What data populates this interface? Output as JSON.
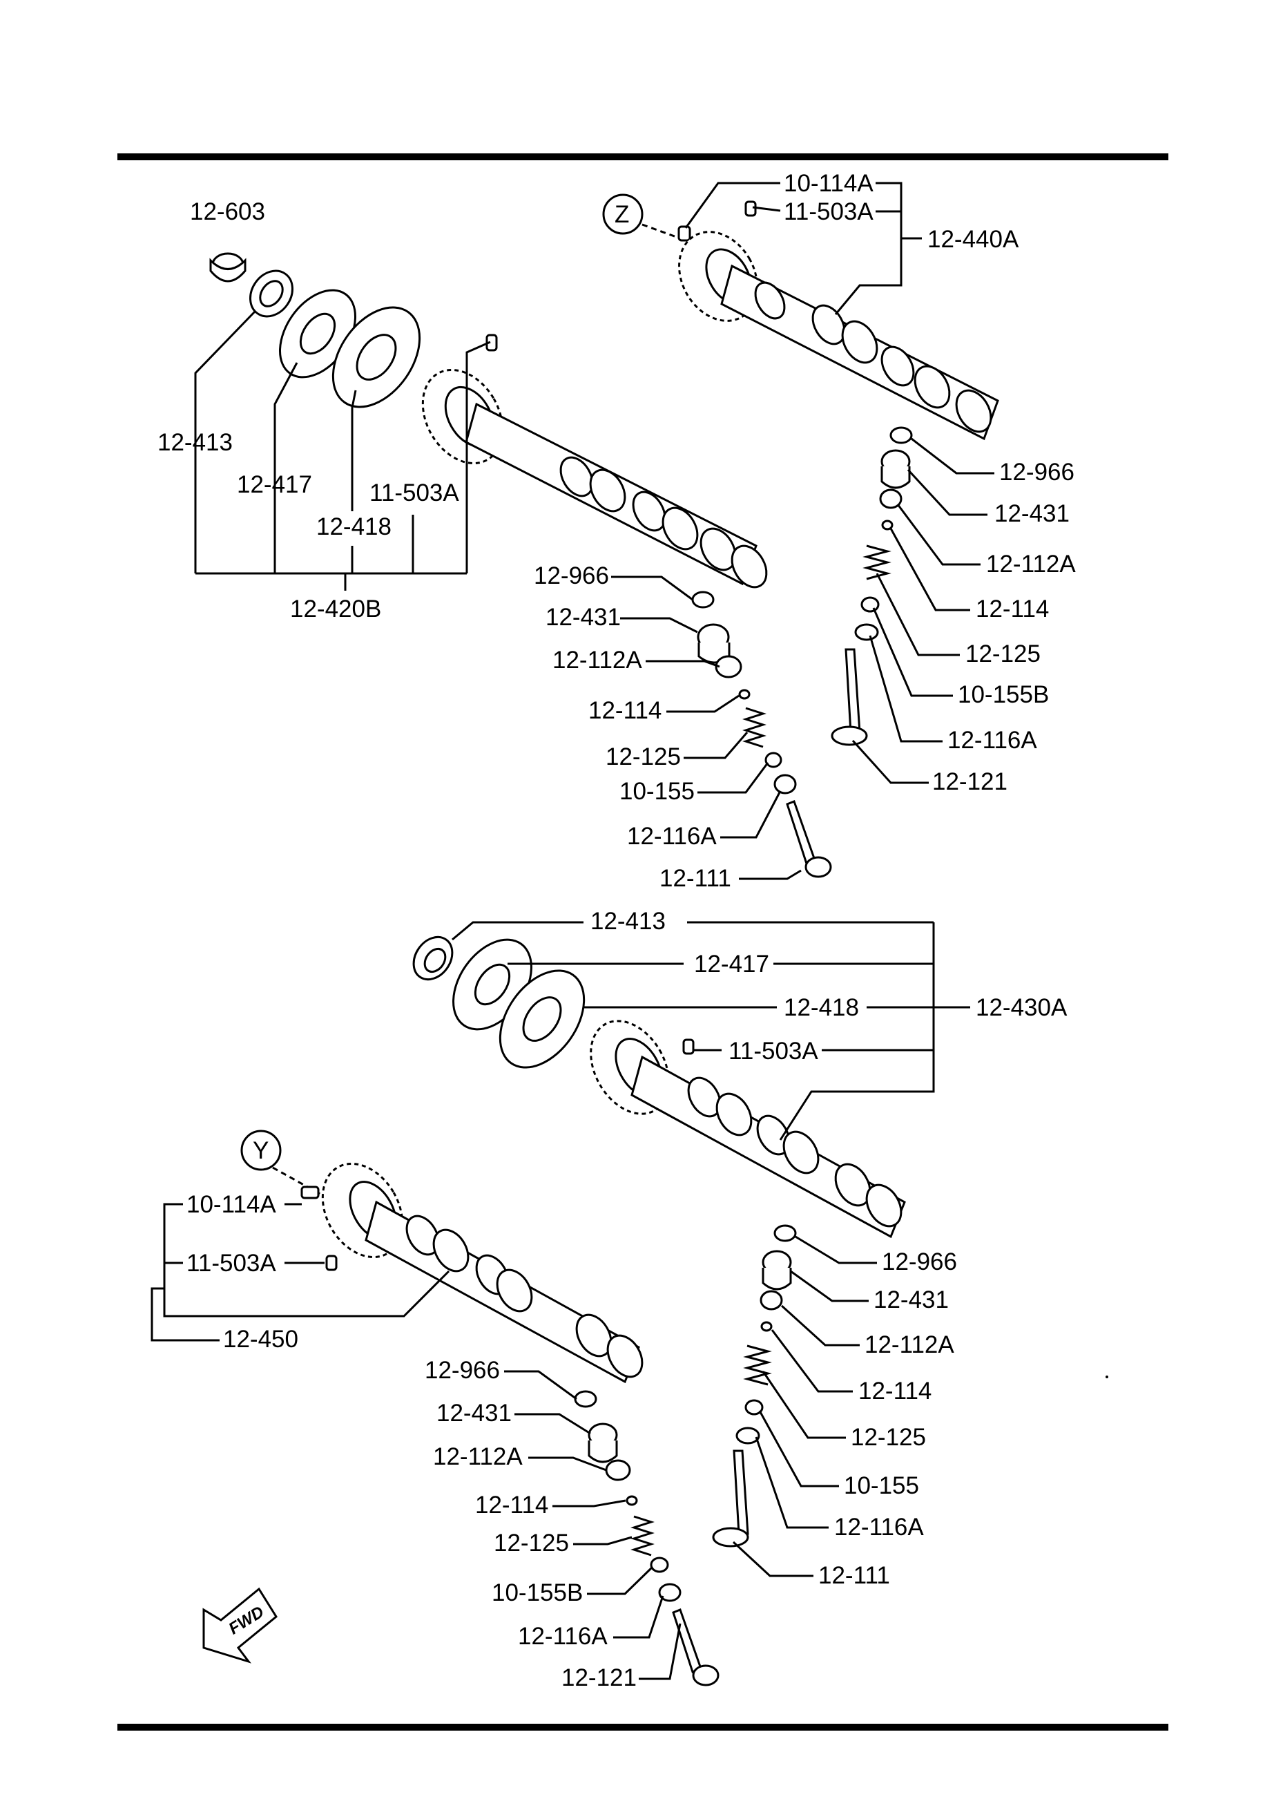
{
  "views": {
    "z": "Z",
    "y": "Y"
  },
  "fwd": "FWD",
  "g1": {
    "seal": "12-603",
    "set": "12-413",
    "w1": "12-417",
    "w2": "12-418",
    "pin": "11-503A",
    "assy": "12-420B",
    "valve": [
      "12-966",
      "12-431",
      "12-112A",
      "12-114",
      "12-125",
      "10-155",
      "12-116A",
      "12-111"
    ]
  },
  "g2": {
    "pin1": "10-114A",
    "pin2": "11-503A",
    "assy": "12-440A",
    "valve": [
      "12-966",
      "12-431",
      "12-112A",
      "12-114",
      "12-125",
      "10-155B",
      "12-116A",
      "12-121"
    ]
  },
  "g3": {
    "set": "12-413",
    "w1": "12-417",
    "w2": "12-418",
    "pin": "11-503A",
    "assy": "12-430A",
    "valve": [
      "12-966",
      "12-431",
      "12-112A",
      "12-114",
      "12-125",
      "10-155",
      "12-116A",
      "12-111"
    ]
  },
  "g4": {
    "pin1": "10-114A",
    "pin2": "11-503A",
    "assy": "12-450",
    "valve": [
      "12-966",
      "12-431",
      "12-112A",
      "12-114",
      "12-125",
      "10-155B",
      "12-116A",
      "12-121"
    ]
  }
}
